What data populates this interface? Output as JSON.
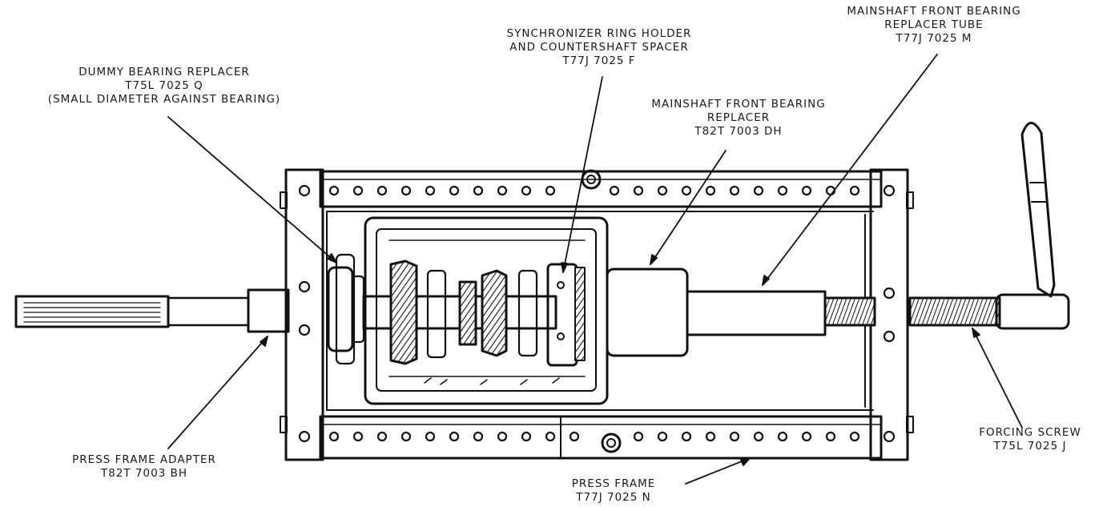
{
  "labels": {
    "mainshaft_bearing_replacer_tube": [
      "MAINSHAFT FRONT BEARING",
      "REPLACER TUBE",
      "T77J 7025 M"
    ],
    "synchronizer_ring_holder": [
      "SYNCHRONIZER RING HOLDER",
      "AND COUNTERSHAFT SPACER",
      "T77J 7025 F"
    ],
    "dummy_bearing_replacer": [
      "DUMMY BEARING REPLACER",
      "T75L 7025 Q",
      "(SMALL DIAMETER AGAINST BEARING)"
    ],
    "mainshaft_front_bearing_replacer": [
      "MAINSHAFT FRONT BEARING",
      "REPLACER",
      "T82T 7003 DH"
    ],
    "press_frame_adapter": [
      "PRESS FRAME ADAPTER",
      "T82T 7003 BH"
    ],
    "forcing_screw": [
      "FORCING SCREW",
      "T75L 7025 J"
    ],
    "press_frame": [
      "PRESS FRAME",
      "T77J 7025 N"
    ]
  }
}
